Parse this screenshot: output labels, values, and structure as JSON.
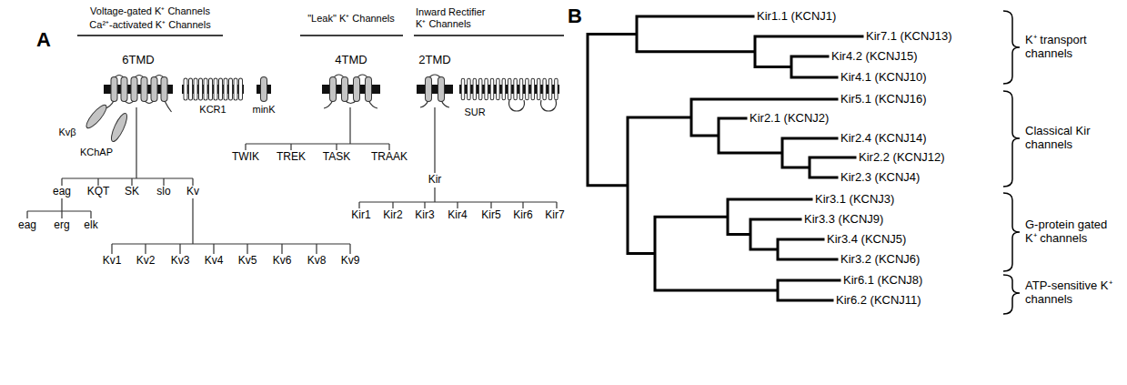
{
  "diagram": {
    "labels": [
      "A",
      "Voltage-gated K⁺ Channels",
      "Ca²⁺-activated K⁺ Channels",
      "\"Leak\" K⁺ Channels",
      "Inward Rectifier K⁺ Channels",
      "6TMD",
      "4TMD",
      "2TMD",
      "KCR1",
      "minK",
      "SUR",
      "Kvβ",
      "KChAP",
      "eag",
      "KQT",
      "SK",
      "slo",
      "Kv",
      "eag",
      "erg",
      "elk",
      "Kv1",
      "Kv2",
      "Kv3",
      "Kv4",
      "Kv5",
      "Kv6",
      "Kv8",
      "Kv9",
      "TWIK",
      "TREK",
      "TASK",
      "TRAAK",
      "Kir",
      "Kir1",
      "Kir2",
      "Kir3",
      "Kir4",
      "Kir5",
      "Kir6",
      "Kir7",
      "B",
      "Kir1.1 (KCNJ1)",
      "Kir7.1 (KCNJ13)",
      "Kir4.2 (KCNJ15)",
      "Kir4.1 (KCNJ10)",
      "Kir5.1 (KCNJ16)",
      "Kir2.1 (KCNJ2)",
      "Kir2.4 (KCNJ14)",
      "Kir2.2 (KCNJ12)",
      "Kir2.3 (KCNJ4)",
      "Kir3.1 (KCNJ3)",
      "Kir3.3 (KCNJ9)",
      "Kir3.4 (KCNJ5)",
      "Kir3.2 (KCNJ6)",
      "Kir6.1 (KCNJ8)",
      "Kir6.2 (KCNJ11)",
      "K⁺ transport channels",
      "Classical Kir channels",
      "G-protein gated K⁺ channels",
      "ATP-sensitive K⁺ channels"
    ]
  }
}
